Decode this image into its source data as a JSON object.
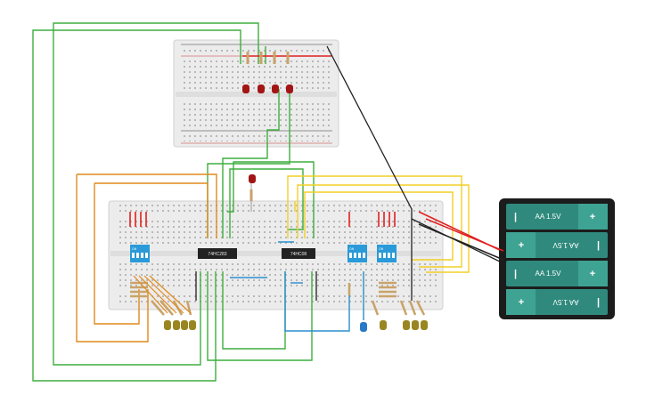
{
  "chips": [
    {
      "name": "chip-74hc283",
      "label": "74HC283"
    },
    {
      "name": "chip-74hc08",
      "label": "74HC08"
    }
  ],
  "dip_switch_label": "ON",
  "battery": {
    "cells": [
      {
        "label": "AA 1.5V",
        "orientation": "normal"
      },
      {
        "label": "AA 1.5V",
        "orientation": "flipped"
      },
      {
        "label": "AA 1.5V",
        "orientation": "normal"
      },
      {
        "label": "AA 1.5V",
        "orientation": "flipped"
      }
    ],
    "plus": "+",
    "minus": "|"
  },
  "colors": {
    "wire_green": "#3fae3f",
    "wire_orange": "#e08a1c",
    "wire_yellow": "#f2cf27",
    "wire_blue": "#2a8ed0",
    "wire_red": "#e02020",
    "wire_black": "#222222",
    "battery_cell": "#2f8a7d",
    "led_red": "#a31515",
    "led_yellow": "#9a8620",
    "led_blue": "#2a78c8",
    "dip_switch": "#2a9ad8"
  }
}
